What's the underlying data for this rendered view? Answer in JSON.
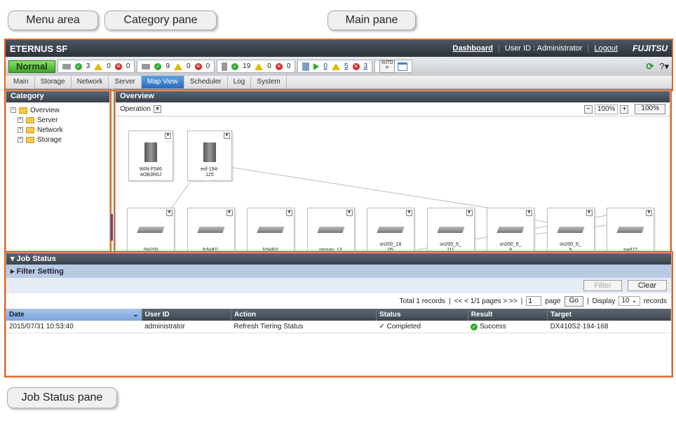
{
  "callouts": {
    "menu_area": "Menu area",
    "category_pane": "Category pane",
    "main_pane": "Main pane",
    "job_status_pane": "Job Status pane"
  },
  "header": {
    "app_title": "ETERNUS SF",
    "dashboard": "Dashboard",
    "user_id": "User ID : Administrator",
    "logout": "Logout",
    "brand": "FUJITSU"
  },
  "statusbar": {
    "overall": "Normal",
    "server": {
      "ok": "3",
      "warn": "0",
      "err": "0"
    },
    "switch": {
      "ok": "9",
      "warn": "0",
      "err": "0"
    },
    "storage": {
      "ok": "19",
      "warn": "0",
      "err": "0"
    },
    "events": {
      "run": "0",
      "warn": "5",
      "err": "3"
    },
    "auto_label": "AUTO"
  },
  "tabs": [
    "Main",
    "Storage",
    "Network",
    "Server",
    "Map View",
    "Scheduler",
    "Log",
    "System"
  ],
  "active_tab": "Map View",
  "category": {
    "title": "Category",
    "root": "Overview",
    "children": [
      "Server",
      "Network",
      "Storage"
    ]
  },
  "overview": {
    "title": "Overview",
    "operation": "Operation",
    "zoom": "100%",
    "zoom_reset": "100%",
    "servers": [
      "WIN-F546\n4OB3R0J",
      "esf-194-\n125"
    ],
    "switches": [
      "SN200",
      "fcbid01",
      "fcbid02",
      "nmsan_13",
      "sn200_18\n05",
      "sn200_6_\n111",
      "sn200_6_\n9",
      "sn200_6_\n9",
      "swd77"
    ]
  },
  "job_status": {
    "title": "Job Status",
    "filter_setting": "Filter Setting",
    "filter_btn": "Filter",
    "clear_btn": "Clear",
    "total": "Total 1 records",
    "pages": "<< < 1/1 pages > >>",
    "page_value": "1",
    "page_label": "page",
    "go": "Go",
    "display": "Display",
    "display_value": "10",
    "records": "records",
    "columns": [
      "Date",
      "User ID",
      "Action",
      "Status",
      "Result",
      "Target"
    ],
    "rows": [
      [
        "2015/07/31 10:53:40",
        "administrator",
        "Refresh Tiering Status",
        "Completed",
        "Success",
        "DX410S2-194-168"
      ]
    ]
  },
  "colors": {
    "frame": "#e8641c",
    "header": "#3a424c",
    "active_tab": "#2a6cc0"
  }
}
